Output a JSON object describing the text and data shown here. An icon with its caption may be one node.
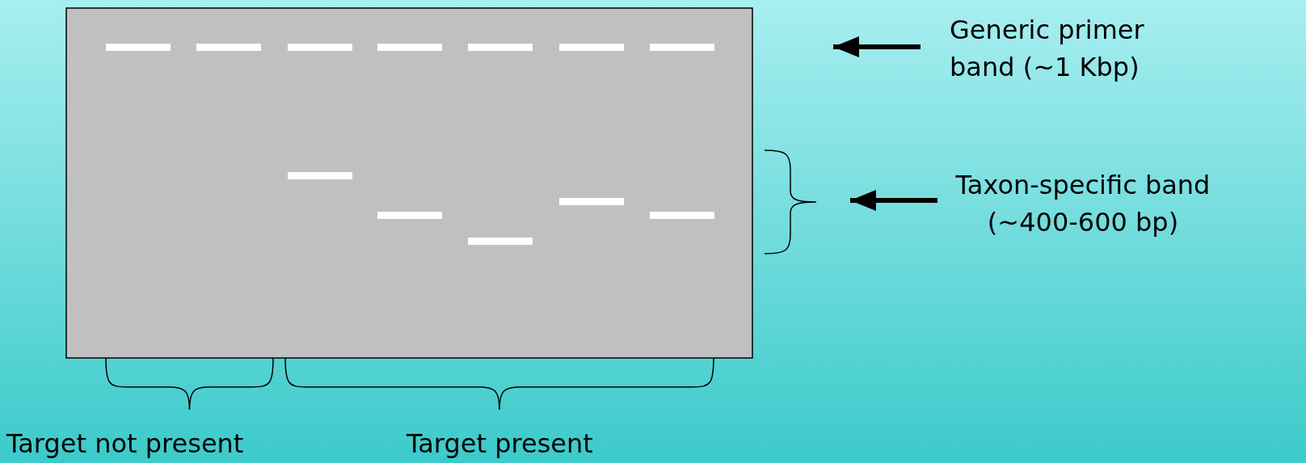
{
  "diagram": {
    "nodes": [
      {
        "text": [
          "Generic primer band (~1 Kbp)"
        ]
      },
      {
        "text": [
          "Taxon-specific band (~400-600 bp)"
        ]
      }
    ],
    "edges": [
      {
        "from": 0,
        "to": null,
        "arrow": "to"
      },
      {
        "from": 1,
        "to": null,
        "arrow": "to"
      }
    ],
    "labels": [
      "Target not present",
      "Target present"
    ]
  }
}
